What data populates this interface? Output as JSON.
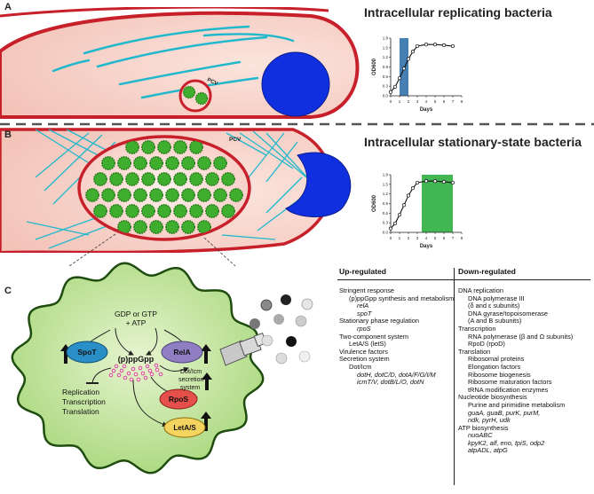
{
  "panels": {
    "a": {
      "letter": "A",
      "title": "Intracellular replicating bacteria",
      "pcv": "PCV"
    },
    "b": {
      "letter": "B",
      "title": "Intracellular stationary-state bacteria",
      "pcv": "PCV"
    },
    "c": {
      "letter": "C"
    }
  },
  "mechanism": {
    "substrates_line1": "GDP or GTP",
    "substrates_line2": "+ ATP",
    "spot": "SpoT",
    "rela": "RelA",
    "ppgpp": "(p)ppGpp",
    "dot_icm_1": "Dot/Icm",
    "dot_icm_2": "secretion",
    "dot_icm_3": "system",
    "rpos": "RpoS",
    "letas": "LetA/S",
    "inhibited_1": "Replication",
    "inhibited_2": "Transcription",
    "inhibited_3": "Translation"
  },
  "colors": {
    "host_cytoplasm": "#f8d7cf",
    "host_membrane": "#c8202a",
    "nucleus": "#1030e0",
    "cytoskeleton": "#22b8cc",
    "bacteria": "#3fae2e",
    "replicating_highlight": "#3b78b0",
    "stationary_highlight": "#37b24a",
    "bacterium_body": "#c9e6a8",
    "ppgpp_dots": "#d83c8c",
    "spot_fill": "#2a8fc6",
    "rela_fill": "#8f7fc2",
    "rpos_fill": "#e5504a",
    "letas_fill": "#f4d35e"
  },
  "chart_data": [
    {
      "type": "line",
      "panel": "A",
      "ylabel": "OD600",
      "xlabel": "Days",
      "x": [
        0,
        0.5,
        1,
        1.5,
        2,
        2.5,
        3,
        4,
        5,
        6,
        7
      ],
      "values": [
        0.12,
        0.28,
        0.55,
        0.85,
        1.15,
        1.38,
        1.55,
        1.6,
        1.6,
        1.58,
        1.55
      ],
      "xticks": [
        "0",
        "1",
        "2",
        "3",
        "4",
        "5",
        "6",
        "7",
        "8"
      ],
      "yticks": [
        "0.0",
        "0.3",
        "0.6",
        "0.9",
        "1.2",
        "1.5",
        "1.8"
      ],
      "xlim": [
        0,
        8
      ],
      "ylim": [
        0,
        1.8
      ],
      "highlight_x": [
        1,
        2
      ]
    },
    {
      "type": "line",
      "panel": "B",
      "ylabel": "OD600",
      "xlabel": "Days",
      "x": [
        0,
        0.5,
        1,
        1.5,
        2,
        2.5,
        3,
        4,
        5,
        6,
        7
      ],
      "values": [
        0.12,
        0.28,
        0.55,
        0.85,
        1.15,
        1.38,
        1.55,
        1.6,
        1.6,
        1.58,
        1.55
      ],
      "xticks": [
        "0",
        "1",
        "2",
        "3",
        "4",
        "5",
        "6",
        "7",
        "8"
      ],
      "yticks": [
        "0.0",
        "0.3",
        "0.6",
        "0.9",
        "1.2",
        "1.5",
        "1.8"
      ],
      "xlim": [
        0,
        8
      ],
      "ylim": [
        0,
        1.8
      ],
      "highlight_x": [
        3.5,
        7
      ]
    }
  ],
  "table": {
    "up_header": "Up-regulated",
    "down_header": "Down-regulated",
    "up": [
      {
        "text": "Stringent response",
        "lvl": 0
      },
      {
        "text": "(p)ppGpp synthesis and metabolism",
        "lvl": 1
      },
      {
        "text": "relA",
        "lvl": 2,
        "italic": true
      },
      {
        "text": "spoT",
        "lvl": 2,
        "italic": true
      },
      {
        "text": "Stationary phase regulation",
        "lvl": 0
      },
      {
        "text": "rpoS",
        "lvl": 2,
        "italic": true
      },
      {
        "text": "Two-component system",
        "lvl": 0
      },
      {
        "text": "LetA/S (letS)",
        "lvl": 1
      },
      {
        "text": "Virulence factors",
        "lvl": 0
      },
      {
        "text": "Secretion system",
        "lvl": 0
      },
      {
        "text": "Dot/Icm",
        "lvl": 1
      },
      {
        "text": "dotH, dotC/D, dotA/F/G/I/M",
        "lvl": 2,
        "italic": true
      },
      {
        "text": "icmT/V, dotB/L/O, dotN",
        "lvl": 2,
        "italic": true
      }
    ],
    "down": [
      {
        "text": "DNA replication",
        "lvl": 0
      },
      {
        "text": "DNA polymerase III",
        "lvl": 1
      },
      {
        "text": "(δ and ε subunits)",
        "lvl": 1
      },
      {
        "text": "DNA gyrase/topoisomerase",
        "lvl": 1
      },
      {
        "text": "(A and B subunits)",
        "lvl": 1
      },
      {
        "text": "Transcription",
        "lvl": 0
      },
      {
        "text": "RNA polymerase (β and Ω subunits)",
        "lvl": 1
      },
      {
        "text": "RpoD (rpoD)",
        "lvl": 1
      },
      {
        "text": "Translation",
        "lvl": 0
      },
      {
        "text": "Ribosomal proteins",
        "lvl": 1
      },
      {
        "text": "Elongation factors",
        "lvl": 1
      },
      {
        "text": "Ribosome biogenesis",
        "lvl": 1
      },
      {
        "text": "Ribosome maturation factors",
        "lvl": 1
      },
      {
        "text": "tRNA modification enzymes",
        "lvl": 1
      },
      {
        "text": "Nucleotide biosynthesis",
        "lvl": 0
      },
      {
        "text": "Purine and pirimidine metabolism",
        "lvl": 1
      },
      {
        "text": "guaA, guaB, purK, purM,",
        "lvl": 1,
        "italic": true
      },
      {
        "text": "ndk, pyrH, udk",
        "lvl": 1,
        "italic": true
      },
      {
        "text": "ATP biosynthesis",
        "lvl": 0
      },
      {
        "text": "nuoABC",
        "lvl": 1,
        "italic": true
      },
      {
        "text": "kpyK2, alf, eno, tpiS, odp2",
        "lvl": 1,
        "italic": true
      },
      {
        "text": "atpADL, atpG",
        "lvl": 1,
        "italic": true
      }
    ]
  }
}
